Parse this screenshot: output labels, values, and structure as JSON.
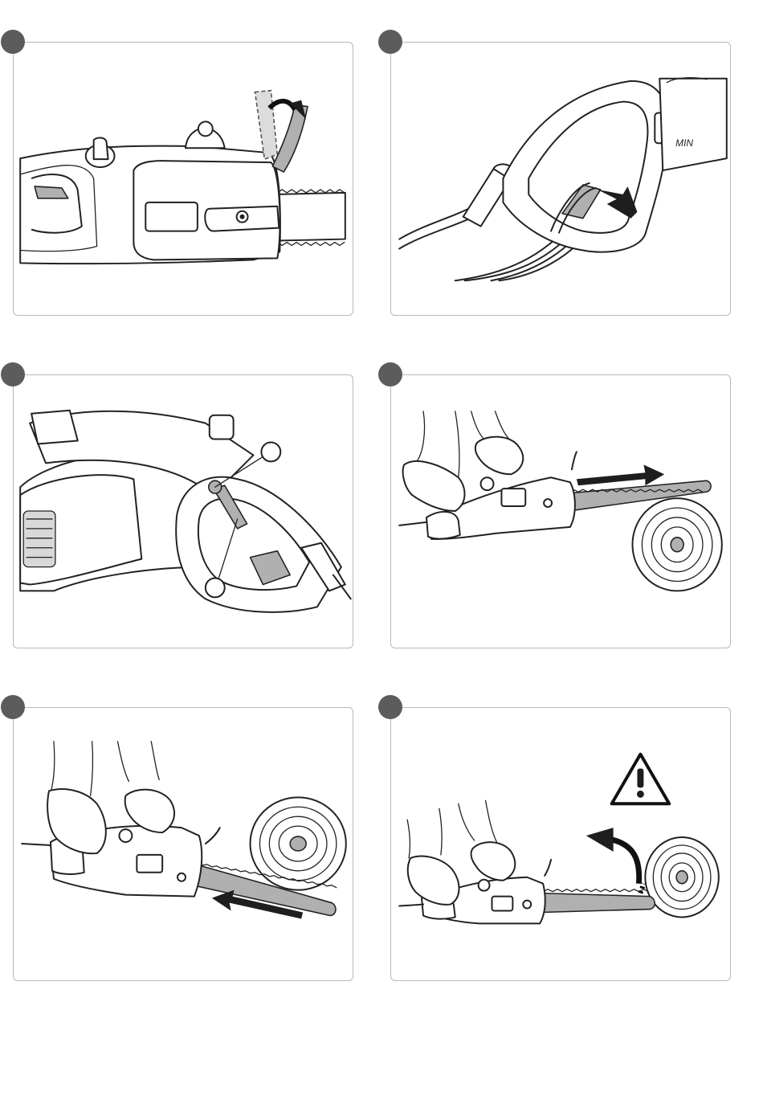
{
  "panels": [
    {
      "id": "p1",
      "step": ""
    },
    {
      "id": "p2",
      "step": ""
    },
    {
      "id": "p3",
      "step": "",
      "callouts": [
        "",
        ""
      ]
    },
    {
      "id": "p4",
      "step": ""
    },
    {
      "id": "p5",
      "step": ""
    },
    {
      "id": "p6",
      "step": ""
    }
  ],
  "labels": {
    "brand_mark": "MIN"
  },
  "icons": {
    "warning": "warning-triangle-icon"
  },
  "colors": {
    "badge": "#5c5c5c",
    "border": "#b9b9b9",
    "line": "#222222",
    "shade": "#b0b0b0"
  }
}
